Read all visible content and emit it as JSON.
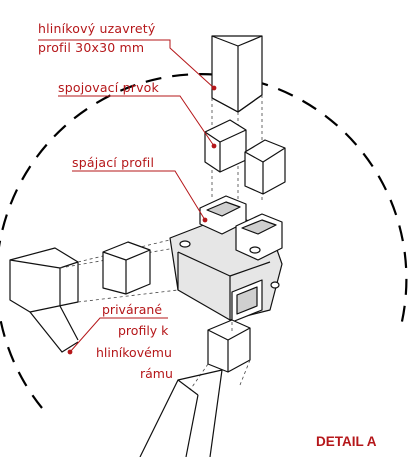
{
  "labels": {
    "profile": [
      "hliníkový uzavretý",
      "profil 30x30 mm"
    ],
    "connector": "spojovací prvok",
    "joining_profile": "spájací profil",
    "welded": [
      "privárané",
      "profily k",
      "hliníkovému",
      "rámu"
    ]
  },
  "detail_label": "DETAIL A",
  "colors": {
    "label": "#b5171a",
    "line": "#111111",
    "shade": "#e6e6e6"
  }
}
